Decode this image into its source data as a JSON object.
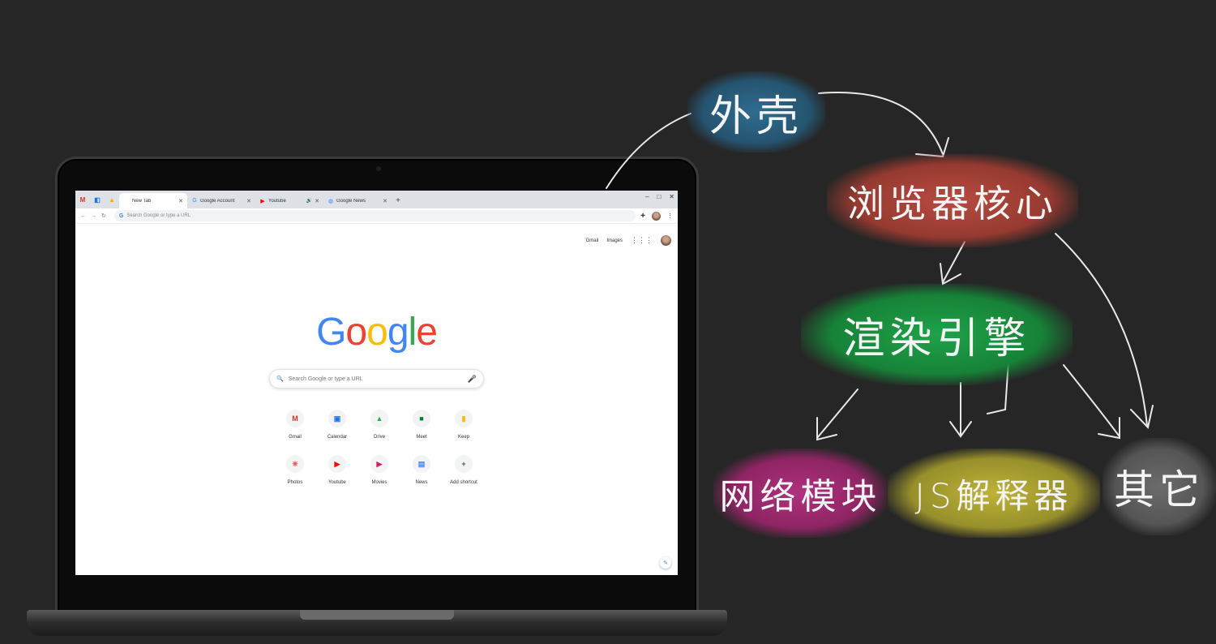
{
  "browser": {
    "pinned_tabs": [
      {
        "icon": "gmail-icon",
        "glyph": "M",
        "color": "#d93025"
      },
      {
        "icon": "calendar-icon",
        "glyph": "◧",
        "color": "#1a73e8"
      },
      {
        "icon": "drive-icon",
        "glyph": "▲",
        "color": "#f9ab00"
      }
    ],
    "tabs": [
      {
        "title": "New Tab",
        "glyph": "",
        "active": true
      },
      {
        "title": "Google Account",
        "glyph": "G",
        "active": false
      },
      {
        "title": "Youtube",
        "glyph": "▶",
        "active": false,
        "audio": "🔊"
      },
      {
        "title": "Google News",
        "glyph": "◍",
        "active": false
      }
    ],
    "new_tab": "+",
    "window_controls": {
      "minimize": "–",
      "maximize": "□",
      "close": "✕"
    },
    "toolbar": {
      "back": "←",
      "forward": "→",
      "reload": "↻",
      "omnibox_placeholder": "Search Google or type a URL",
      "omnibox_g": "G",
      "menu": "⋮",
      "extensions": "✚"
    },
    "top_links": {
      "gmail": "Gmail",
      "images": "Images",
      "apps": "⋮⋮⋮"
    },
    "logo": [
      "G",
      "o",
      "o",
      "g",
      "l",
      "e"
    ],
    "logo_colors": [
      "#4285f4",
      "#ea4335",
      "#fbbc05",
      "#4285f4",
      "#34a853",
      "#ea4335"
    ],
    "search": {
      "placeholder": "Search Google or type a URL",
      "icon": "🔍",
      "mic": "🎤"
    },
    "shortcuts": [
      {
        "label": "Gmail",
        "glyph": "M",
        "color": "#d93025"
      },
      {
        "label": "Calendar",
        "glyph": "▣",
        "color": "#1a73e8"
      },
      {
        "label": "Drive",
        "glyph": "▲",
        "color": "#34a853"
      },
      {
        "label": "Meet",
        "glyph": "■",
        "color": "#00832d"
      },
      {
        "label": "Keep",
        "glyph": "▮",
        "color": "#fbbc04"
      },
      {
        "label": "Photos",
        "glyph": "✳",
        "color": "#ea4335"
      },
      {
        "label": "Youtube",
        "glyph": "▶",
        "color": "#ff0000"
      },
      {
        "label": "Movies",
        "glyph": "▶",
        "color": "#d81b60"
      },
      {
        "label": "News",
        "glyph": "▤",
        "color": "#4285f4"
      },
      {
        "label": "Add shortcut",
        "glyph": "+",
        "color": "#555555"
      }
    ],
    "edit_icon": "✎"
  },
  "diagram": {
    "shell": "外壳",
    "core": "浏览器核心",
    "render": "渲染引擎",
    "network": "网络模块",
    "js": "JS解释器",
    "other": "其它"
  }
}
